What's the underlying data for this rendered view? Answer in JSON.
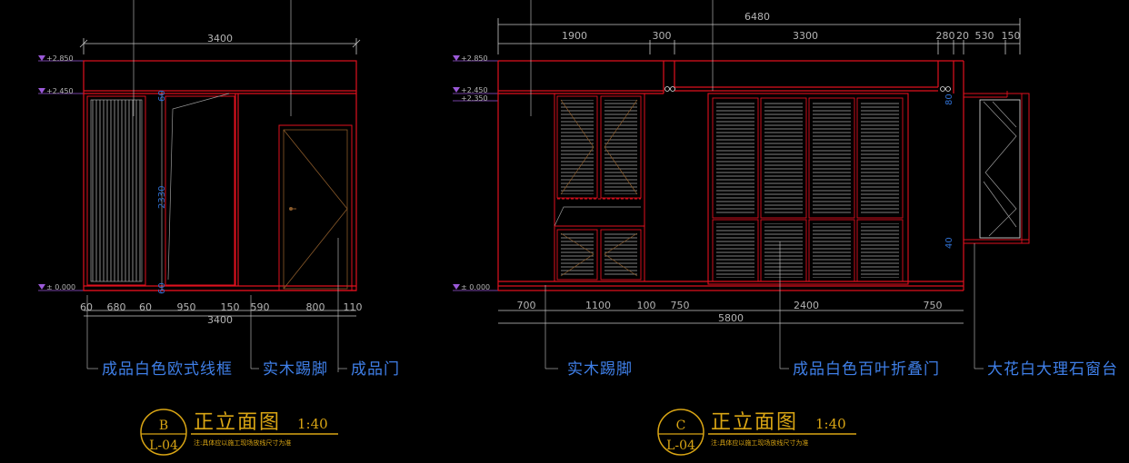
{
  "colors": {
    "background": "#000000",
    "wall_outline": "#e0101e",
    "structure": "#c8c8c8",
    "door_detail": "#8a5a2a",
    "dimension_text": "#b4b4b4",
    "callout_text": "#3f7fe8",
    "level_marker": "#9b59d8",
    "title": "#d9a514"
  },
  "elevation_b": {
    "top_dims": [
      "3400"
    ],
    "levels": [
      "+2.850",
      "+2.450",
      "± 0.000"
    ],
    "vertical_dims": [
      "60",
      "2330",
      "60"
    ],
    "bottom_dims": [
      "60",
      "680",
      "60",
      "950",
      "150",
      "590",
      "800",
      "110"
    ],
    "bottom_total": "3400",
    "callouts": [
      "成品白色欧式线框",
      "实木踢脚",
      "成品门"
    ],
    "title": {
      "bubble_top": "B",
      "bubble_bottom": "L-04",
      "name": "正立面图",
      "scale": "1:40",
      "note": "注:具体应以施工现场放线尺寸为准"
    }
  },
  "elevation_c": {
    "top_total": "6480",
    "top_dims": [
      "1900",
      "300",
      "3300",
      "280",
      "20",
      "530",
      "150"
    ],
    "levels": [
      "+2.850",
      "+2.450",
      "+2.350",
      "± 0.000"
    ],
    "vertical_dims": [
      "80",
      "40"
    ],
    "bottom_dims": [
      "700",
      "1100",
      "100",
      "750",
      "2400",
      "750"
    ],
    "bottom_total": "5800",
    "callouts": [
      "实木踢脚",
      "成品白色百叶折叠门",
      "大花白大理石窗台"
    ],
    "title": {
      "bubble_top": "C",
      "bubble_bottom": "L-04",
      "name": "正立面图",
      "scale": "1:40",
      "note": "注:具体应以施工现场放线尺寸为准"
    }
  }
}
